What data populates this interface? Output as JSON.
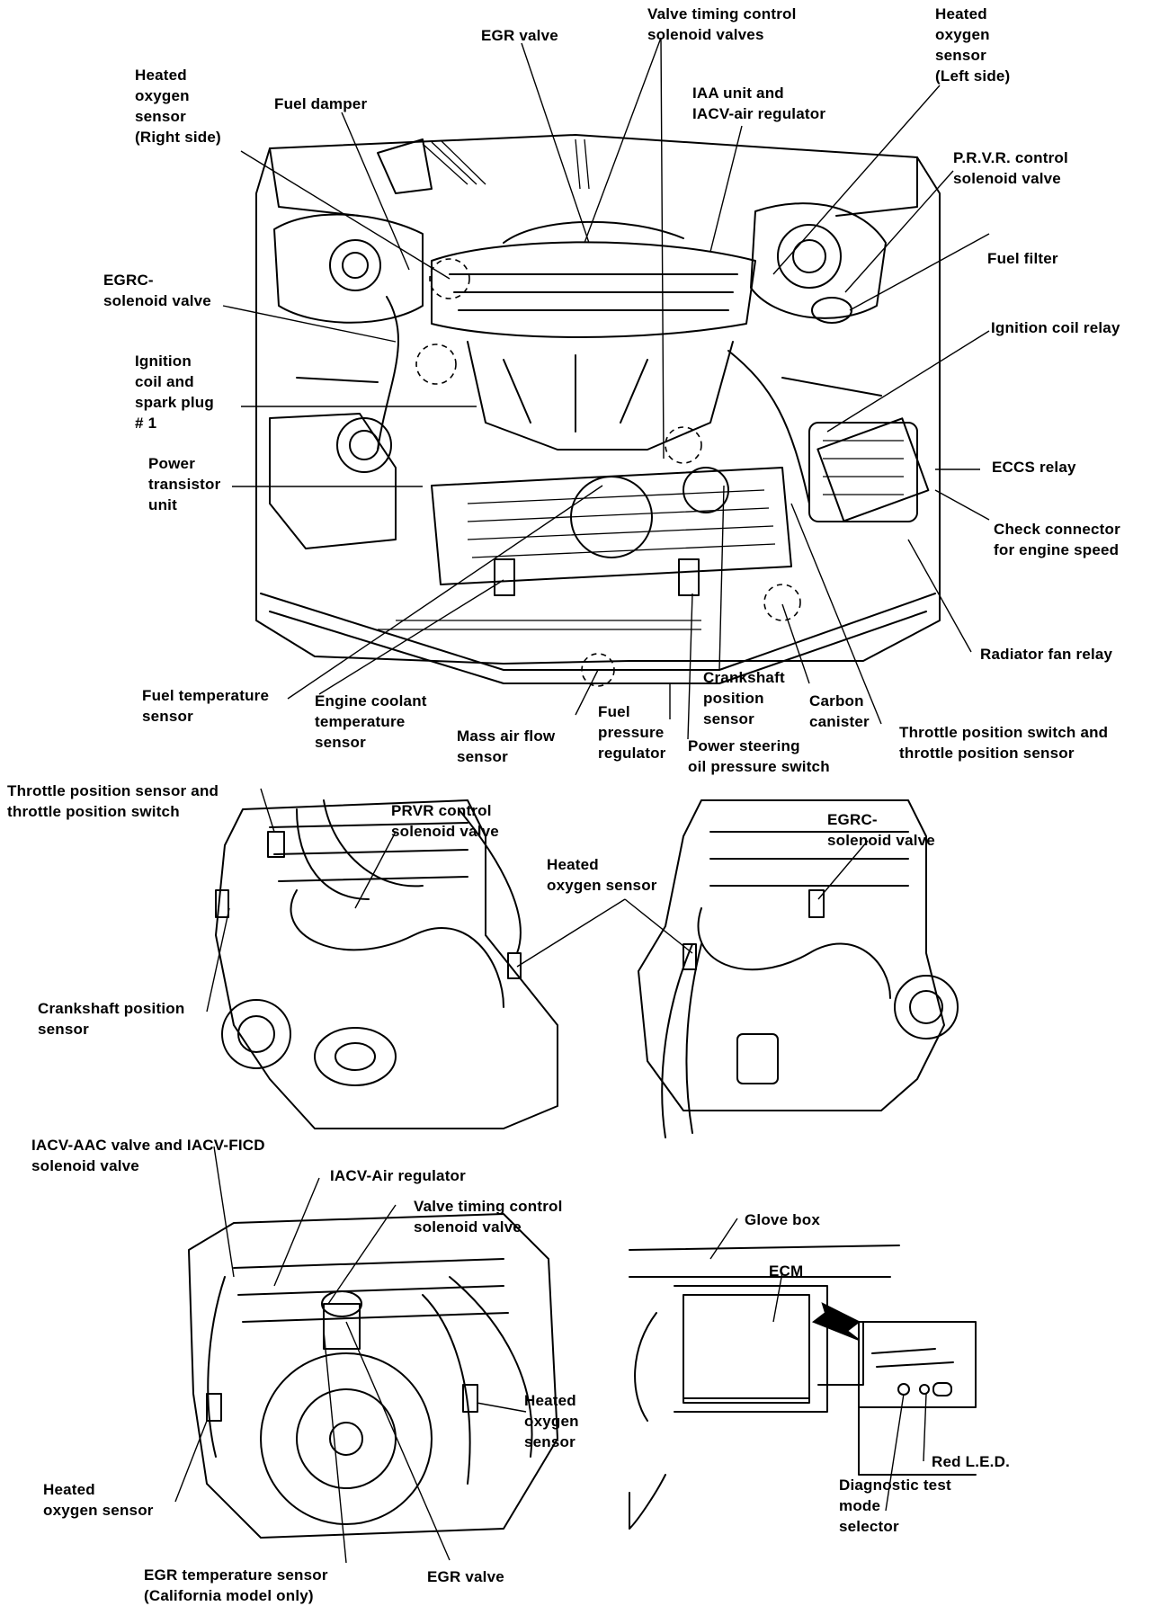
{
  "labels": {
    "egr_valve_top": "EGR valve",
    "valve_timing_top": "Valve timing control\nsolenoid valves",
    "heated_o2_left": "Heated\noxygen\nsensor\n(Left side)",
    "heated_o2_right": "Heated\noxygen\nsensor\n(Right side)",
    "fuel_damper": "Fuel damper",
    "iaa_unit": "IAA unit and\nIACV-air regulator",
    "prvr_top": "P.R.V.R. control\nsolenoid valve",
    "fuel_filter": "Fuel filter",
    "egrc_top": "EGRC-\nsolenoid valve",
    "ignition_coil_relay": "Ignition coil relay",
    "ignition_coil": "Ignition\ncoil and\nspark plug\n# 1",
    "ecc_relay": "ECCS relay",
    "power_transistor": "Power\ntransistor\nunit",
    "check_connector": "Check connector\nfor engine speed",
    "radiator_fan_relay": "Radiator fan relay",
    "fuel_temp_sensor": "Fuel temperature\nsensor",
    "engine_coolant": "Engine coolant\ntemperature\nsensor",
    "mass_air_flow": "Mass air flow\nsensor",
    "fuel_pressure_reg": "Fuel\npressure\nregulator",
    "crankshaft_top": "Crankshaft\nposition\nsensor",
    "carbon_canister": "Carbon\ncanister",
    "power_steering": "Power steering\noil pressure switch",
    "throttle_top": "Throttle position switch and\nthrottle position sensor",
    "throttle_mid": "Throttle position sensor and\nthrottle position switch",
    "prvr_mid": "PRVR control\nsolenoid valve",
    "heated_o2_mid": "Heated\noxygen sensor",
    "egrc_mid": "EGRC-\nsolenoid valve",
    "crankshaft_mid": "Crankshaft position\nsensor",
    "iacv_aac": "IACV-AAC valve and IACV-FICD\nsolenoid valve",
    "iacv_air": "IACV-Air regulator",
    "valve_timing_bot": "Valve timing control\nsolenoid valve",
    "heated_o2_bot_right": "Heated\noxygen\nsensor",
    "heated_o2_bot_left": "Heated\noxygen sensor",
    "egr_temp": "EGR temperature sensor\n(California model only)",
    "egr_valve_bot": "EGR valve",
    "glove_box": "Glove box",
    "ecm": "ECM",
    "red_led": "Red L.E.D.",
    "diag_selector": "Diagnostic test\nmode\nselector"
  }
}
